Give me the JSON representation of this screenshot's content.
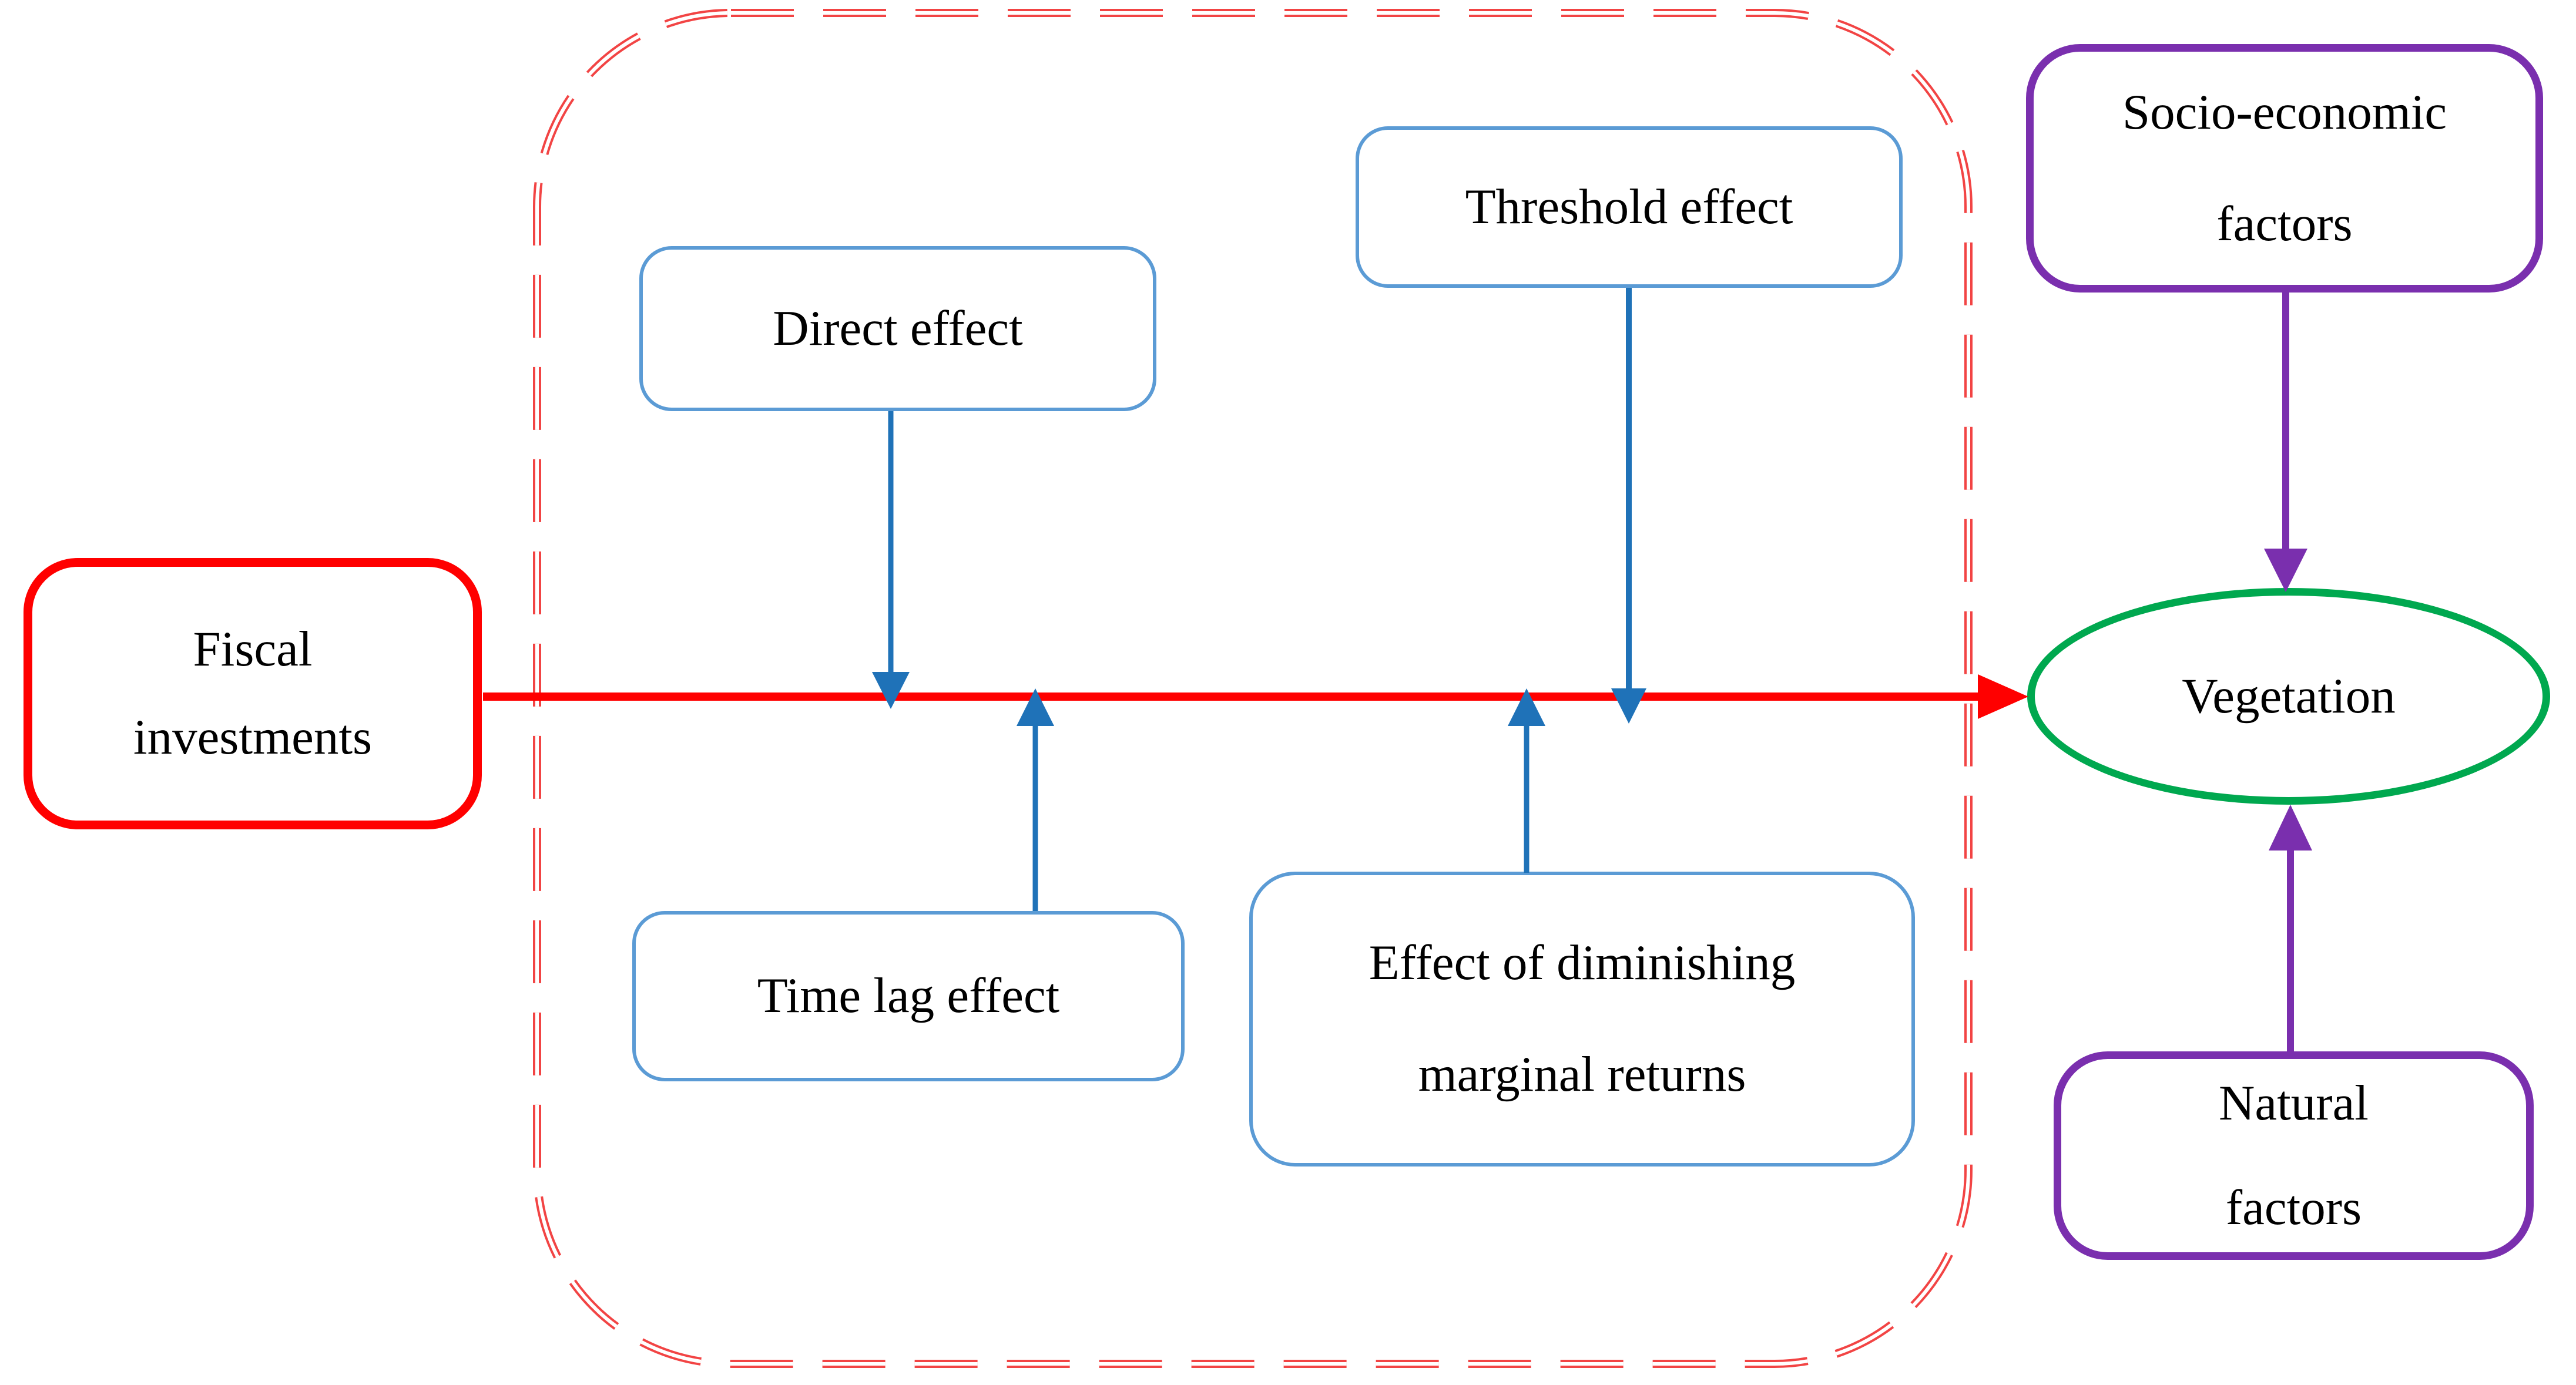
{
  "figure": {
    "nodes": {
      "fiscal_investments": {
        "line1": "Fiscal",
        "line2": "investments"
      },
      "direct_effect": {
        "label": "Direct effect"
      },
      "threshold_effect": {
        "label": "Threshold effect"
      },
      "time_lag_effect": {
        "label": "Time lag effect"
      },
      "diminishing_returns": {
        "line1": "Effect of diminishing",
        "line2": "marginal returns"
      },
      "socio_economic": {
        "line1": "Socio-economic",
        "line2": "factors"
      },
      "natural_factors": {
        "line1": "Natural",
        "line2": "factors"
      },
      "vegetation": {
        "label": "Vegetation"
      }
    },
    "edges": [
      {
        "from": "fiscal_investments",
        "to": "vegetation",
        "color": "#FF0000",
        "direction": "right"
      },
      {
        "from": "direct_effect",
        "to": "main_arrow",
        "color": "#1F72B8",
        "direction": "down"
      },
      {
        "from": "time_lag_effect",
        "to": "main_arrow",
        "color": "#1F72B8",
        "direction": "up"
      },
      {
        "from": "effect_of_diminishing_marginal_returns",
        "to": "main_arrow",
        "color": "#1F72B8",
        "direction": "up"
      },
      {
        "from": "threshold_effect",
        "to": "main_arrow",
        "color": "#1F72B8",
        "direction": "down"
      },
      {
        "from": "socio_economic_factors",
        "to": "vegetation",
        "color": "#7A2FAE",
        "direction": "down"
      },
      {
        "from": "natural_factors",
        "to": "vegetation",
        "color": "#7A2FAE",
        "direction": "up"
      }
    ],
    "colors": {
      "fiscal_border": "#FF0000",
      "main_arrow": "#FF0000",
      "dashed_frame": "#F24444",
      "mechanism_border": "#5B9BD5",
      "mechanism_arrow": "#1F72B8",
      "external_border": "#7A2FAE",
      "external_arrow": "#7A2FAE",
      "vegetation_border": "#00A84F",
      "text": "#000000",
      "background": "#FFFFFF"
    }
  }
}
